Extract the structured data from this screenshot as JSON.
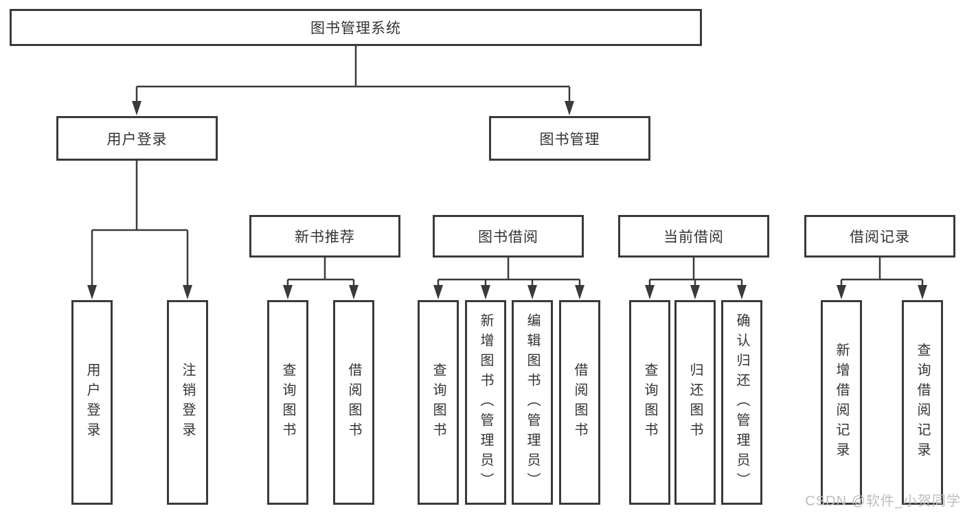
{
  "diagram": {
    "title": "图书管理系统",
    "colors": {
      "line": "#3a3a3a",
      "text": "#333333",
      "background": "#ffffff",
      "watermark": "#bdbdbd"
    }
  },
  "tree": {
    "label": "图书管理系统",
    "children": [
      {
        "label": "用户登录",
        "children": [
          {
            "label": "用户登录"
          },
          {
            "label": "注销登录"
          }
        ]
      },
      {
        "label": "图书管理",
        "children": [
          {
            "label": "新书推荐",
            "children": [
              {
                "label": "查询图书"
              },
              {
                "label": "借阅图书"
              }
            ]
          },
          {
            "label": "图书借阅",
            "children": [
              {
                "label": "查询图书"
              },
              {
                "label": "新增图书（管理员）"
              },
              {
                "label": "编辑图书（管理员）"
              },
              {
                "label": "借阅图书"
              }
            ]
          },
          {
            "label": "当前借阅",
            "children": [
              {
                "label": "查询图书"
              },
              {
                "label": "归还图书"
              },
              {
                "label": "确认归还（管理员）"
              }
            ]
          },
          {
            "label": "借阅记录",
            "children": [
              {
                "label": "新增借阅记录"
              },
              {
                "label": "查询借阅记录"
              }
            ]
          }
        ]
      }
    ]
  },
  "watermark": {
    "text": "CSDN @软件_小贺同学"
  }
}
